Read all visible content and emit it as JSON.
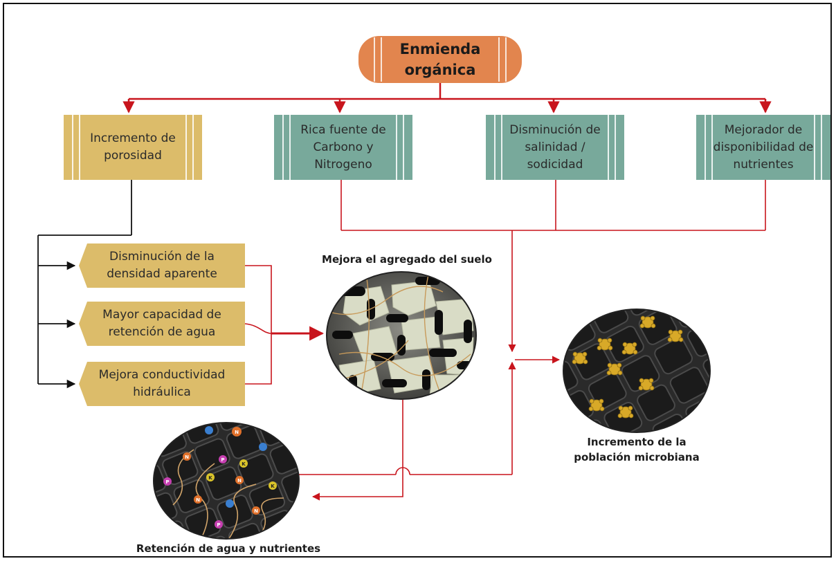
{
  "root": {
    "label_line1": "Enmienda",
    "label_line2": "orgánica"
  },
  "top_boxes": [
    {
      "line1": "Incremento de",
      "line2": "porosidad",
      "line3": ""
    },
    {
      "line1": "Rica fuente de",
      "line2": "Carbono y",
      "line3": "Nitrogeno"
    },
    {
      "line1": "Disminución de",
      "line2": "salinidad /",
      "line3": "sodicidad"
    },
    {
      "line1": "Mejorador de",
      "line2": "disponibilidad de",
      "line3": "nutrientes"
    }
  ],
  "effects": [
    {
      "line1": "Disminución de la",
      "line2": "densidad aparente"
    },
    {
      "line1": "Mayor capacidad de",
      "line2": "retención de agua"
    },
    {
      "line1": "Mejora conductividad",
      "line2": "hidráulica"
    }
  ],
  "images": {
    "aggregate_caption": "Mejora el agregado del suelo",
    "microbial_caption_line1": "Incremento de la",
    "microbial_caption_line2": "población microbiana",
    "retention_caption": "Retención de agua y nutrientes",
    "nutrient_letters": [
      "N",
      "N",
      "P",
      "K",
      "K",
      "N",
      "P",
      "N",
      "K",
      "P",
      "N"
    ]
  },
  "colors": {
    "root": "#e2854e",
    "gold_box": "#dcbc6a",
    "teal_box": "#78a99b",
    "connector_red": "#c8141c",
    "connector_black": "#111111"
  }
}
